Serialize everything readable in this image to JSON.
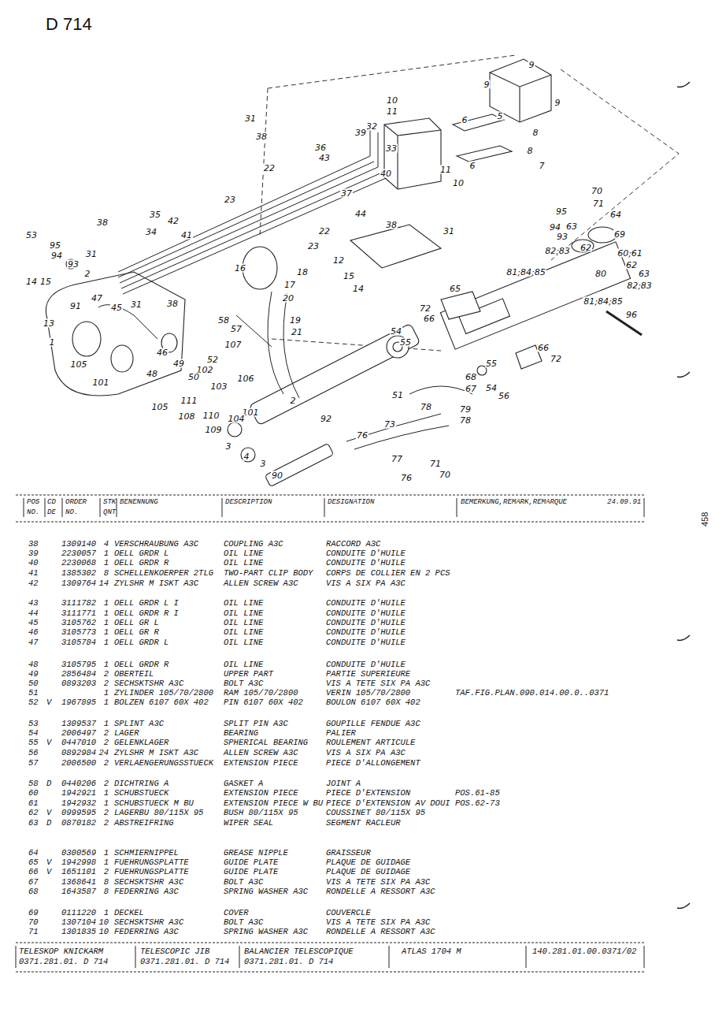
{
  "diagram": {
    "title": "D 714",
    "labels": [
      "9",
      "9",
      "9",
      "10",
      "11",
      "31",
      "32",
      "39",
      "5",
      "6",
      "8",
      "38",
      "36",
      "43",
      "33",
      "8",
      "6",
      "7",
      "22",
      "40",
      "11",
      "10",
      "70",
      "71",
      "23",
      "37",
      "44",
      "35",
      "42",
      "38",
      "95",
      "64",
      "94",
      "63",
      "93",
      "69",
      "34",
      "41",
      "22",
      "38",
      "31",
      "53",
      "95",
      "94",
      "93",
      "82;83",
      "62",
      "60;61",
      "23",
      "62",
      "31",
      "12",
      "16",
      "18",
      "2",
      "81;84;85",
      "80",
      "63",
      "14",
      "15",
      "15",
      "17",
      "82;83",
      "65",
      "20",
      "14",
      "81;84;85",
      "91",
      "47",
      "45",
      "31",
      "38",
      "72",
      "66",
      "96",
      "58",
      "19",
      "57",
      "13",
      "54",
      "21",
      "55",
      "66",
      "1",
      "107",
      "46",
      "52",
      "72",
      "105",
      "49",
      "102",
      "48",
      "106",
      "55",
      "68",
      "101",
      "50",
      "103",
      "67",
      "54",
      "56",
      "51",
      "2",
      "111",
      "78",
      "105",
      "101",
      "79",
      "110",
      "104",
      "108",
      "78",
      "92",
      "73",
      "109",
      "3",
      "76",
      "4",
      "3",
      "77",
      "71",
      "90",
      "76",
      "70",
      "POS",
      "CD",
      "ORDER",
      "STK",
      "BENENNUNG",
      "DESCRIPTION",
      "DESIGNATION",
      "BEMERKUNG,REMARK,REMARQUE",
      "24.09.91",
      "NO.",
      "DE",
      "NO.",
      "QNT",
      "38",
      "1309140",
      "4",
      "VERSCHRAUBUNG A3C",
      "COUPLING A3C",
      "RACCORD A3C",
      "39",
      "2230057",
      "1",
      "OELL GRDR L",
      "OIL LINE",
      "CONDUITE D'HUILE",
      "40",
      "2230068",
      "1",
      "OELL GRDR R",
      "OIL LINE",
      "CONDUITE D'HUILE",
      "41",
      "1385302",
      "8",
      "SCHELLENKOERPER 2TLG",
      "TWO-PART CLIP BODY",
      "CORPS DE COLLIER EN 2 PCS",
      "42",
      "1309764",
      "14",
      "ZYLSHR M ISKT A3C",
      "ALLEN SCREW A3C",
      "VIS A SIX PA A3C",
      "43",
      "3111782",
      "1",
      "OELL GRDR L I",
      "OIL LINE",
      "CONDUITE D'HUILE",
      "44",
      "3111771",
      "1",
      "OELL GRDR R I",
      "OIL LINE",
      "CONDUITE D'HUILE",
      "45",
      "3105762",
      "1",
      "OELL GR L",
      "OIL LINE",
      "CONDUITE D'HUILE",
      "46",
      "3105773",
      "1",
      "OELL GR R",
      "OIL LINE",
      "CONDUITE D'HUILE",
      "47",
      "3105784",
      "1",
      "OELL GRDR L",
      "OIL LINE",
      "CONDUITE D'HUILE",
      "48",
      "3105795",
      "1",
      "OELL GRDR R",
      "OIL LINE",
      "CONDUITE D'HUILE",
      "49",
      "2856484",
      "2",
      "OBERTEIL",
      "UPPER PART",
      "PARTIE SUPERIEURE",
      "50",
      "0893203",
      "2",
      "SECHSKTSHR A3C",
      "BOLT A3C",
      "VIS A TETE SIX PA A3C",
      "51",
      "1",
      "ZYLINDER 105/70/2800",
      "RAM 105/70/2800",
      "VERIN 105/70/2800",
      "TAF.FIG.PLAN.090.014.00.0..0371",
      "52",
      "V",
      "1967895",
      "1",
      "BOLZEN 6107  60X 402",
      "PIN 6107  60X 402",
      "BOULON 6107  60X 402",
      "53",
      "1309537",
      "1",
      "SPLINT A3C",
      "SPLIT PIN A3C",
      "GOUPILLE FENDUE A3C",
      "54",
      "2006497",
      "2",
      "LAGER",
      "BEARING",
      "PALIER",
      "55",
      "V",
      "0447010",
      "2",
      "GELENKLAGER",
      "SPHERICAL BEARING",
      "ROULEMENT ARTICULE",
      "56",
      "0892984",
      "24",
      "ZYLSHR M ISKT A3C",
      "ALLEN SCREW A3C",
      "VIS A SIX PA A3C",
      "57",
      "2006500",
      "2",
      "VERLAENGERUNGSSTUECK",
      "EXTENSION PIECE",
      "PIECE D'ALLONGEMENT",
      "58",
      "D",
      "0440206",
      "2",
      "DICHTRING A",
      "GASKET A",
      "JOINT A",
      "60",
      "1942921",
      "1",
      "SCHUBSTUECK",
      "EXTENSION PIECE",
      "PIECE D'EXTENSION",
      "POS.61-85",
      "61",
      "1942932",
      "1",
      "SCHUBSTUECK M BU",
      "EXTENSION PIECE W BU",
      "PIECE D'EXTENSION AV DOUI",
      "POS.62-73",
      "62",
      "V",
      "0999595",
      "2",
      "LAGERBU 80/115X 95",
      "BUSH 80/115X 95",
      "COUSSINET 80/115X 95",
      "63",
      "D",
      "0870182",
      "2",
      "ABSTREIFRING",
      "WIPER SEAL",
      "SEGMENT RACLEUR",
      "64",
      "0300569",
      "1",
      "SCHMIERNIPPEL",
      "GREASE NIPPLE",
      "GRAISSEUR",
      "65",
      "V",
      "1942998",
      "1",
      "FUEHRUNGSPLATTE",
      "GUIDE PLATE",
      "PLAQUE DE GUIDAGE",
      "66",
      "V",
      "1651101",
      "2",
      "FUEHRUNGSPLATTE",
      "GUIDE PLATE",
      "PLAQUE DE GUIDAGE",
      "67",
      "1368641",
      "8",
      "SECHSKTSHR A3C",
      "BOLT A3C",
      "VIS A TETE SIX PA A3C",
      "68",
      "1643587",
      "8",
      "FEDERRING A3C",
      "SPRING WASHER A3C",
      "RONDELLE A RESSORT A3C",
      "69",
      "0111220",
      "1",
      "DECKEL",
      "COVER",
      "COUVERCLE",
      "70",
      "1307104",
      "10",
      "SECHSKTSHR A3C",
      "BOLT A3C",
      "VIS A TETE SIX PA A3C",
      "71",
      "1301835",
      "10",
      "FEDERRING A3C",
      "SPRING WASHER A3C",
      "RONDELLE A RESSORT A3C",
      "TELESKOP KNICKARM",
      "TELESCOPIC JIB",
      "BALANCIER TELESCOPIQUE",
      "ATLAS 1704 M",
      "140.281.01.00.0371/02",
      "0371.281.01. D 714",
      "0371.281.01. D 714",
      "0371.281.01. D 714",
      "458"
    ]
  }
}
